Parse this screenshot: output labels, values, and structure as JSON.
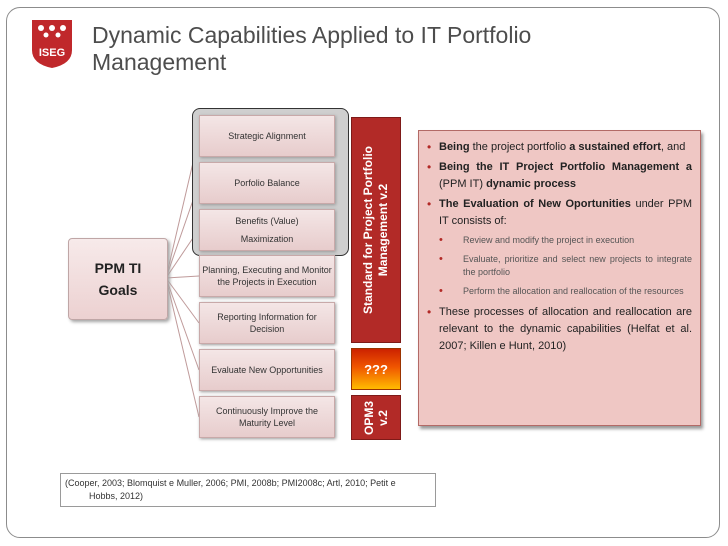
{
  "slide": {
    "title": "Dynamic Capabilities Applied to IT Portfolio Management",
    "logo_text": "ISEG",
    "colors": {
      "accent": "#b22a27",
      "panel_bg": "#efc7c4",
      "item_bg": "#ecd1d1",
      "group_bg": "#cfcfcf"
    }
  },
  "goals": {
    "line1": "PPM TI",
    "line2": "Goals"
  },
  "items": [
    {
      "label": "Strategic Alignment"
    },
    {
      "label": "Porfolio Balance"
    },
    {
      "label_line1": "Benefits (Value)",
      "label_line2": "Maximization"
    },
    {
      "label": "Planning, Executing and Monitor the Projects in Execution"
    },
    {
      "label": "Reporting Information for Decision"
    },
    {
      "label": "Evaluate New Opportunities"
    },
    {
      "label": "Continuously Improve the Maturity Level"
    }
  ],
  "bars": {
    "standard": "Standard for Project Portfolio Management v.2",
    "unknown": "???",
    "opm3": "OPM3 v.2"
  },
  "panel": {
    "b1_bold1": "Being",
    "b1_text1": " the project portfolio ",
    "b1_bold2": "a sustained effort",
    "b1_text2": ", and",
    "b2_bold1": "Being the IT Project Portfolio Management a",
    "b2_text1": " (PPM IT) ",
    "b2_bold2": "dynamic process",
    "b3_bold1": "The Evaluation of New Oportunities",
    "b3_text1": " under PPM IT consists of:",
    "sub1": "Review and modify the project in execution",
    "sub2": "Evaluate, prioritize and select new projects to integrate the portfolio",
    "sub3": "Perform the allocation and reallocation of the resources",
    "b4_text": "These processes of allocation and reallocation are relevant to the dynamic capabilities (Helfat et al. 2007; Killen e Hunt, 2010)"
  },
  "references": {
    "line1": "(Cooper, 2003; Blomquist e Muller, 2006; PMI, 2008b; PMI2008c; Artl, 2010; Petit e",
    "line2": "Hobbs, 2012)"
  }
}
